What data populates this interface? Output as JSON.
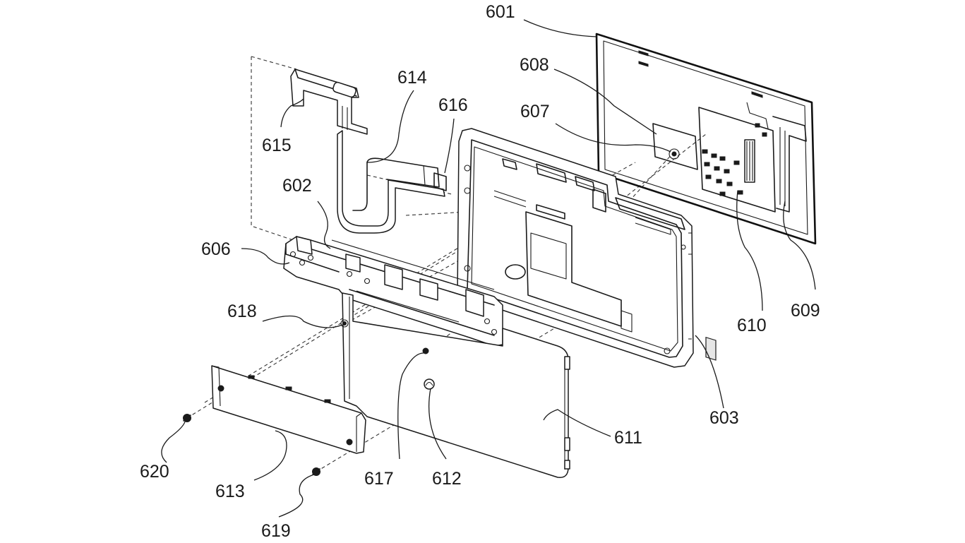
{
  "figure": {
    "reference_numerals": {
      "r601": "601",
      "r602": "602",
      "r603": "603",
      "r606": "606",
      "r607": "607",
      "r608": "608",
      "r609": "609",
      "r610": "610",
      "r611": "611",
      "r612": "612",
      "r613": "613",
      "r614": "614",
      "r615": "615",
      "r616": "616",
      "r617": "617",
      "r618": "618",
      "r619": "619",
      "r620": "620"
    }
  }
}
